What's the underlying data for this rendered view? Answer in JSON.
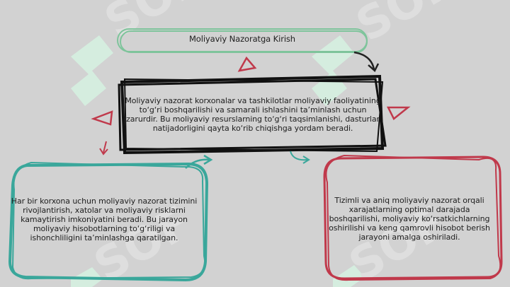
{
  "diagram": {
    "title_box": {
      "text": "Moliyaviy Nazoratga Kirish"
    },
    "main_box": {
      "text": "Moliyaviy nazorat korxonalar va tashkilotlar moliyaviy faoliyatining to‘g‘ri boshqarilishi va samarali ishlashini ta’minlash uchun zarurdir. Bu moliyaviy resurslarning to‘g‘ri taqsimlanishi, dasturlar natijadorligini qayta ko‘rib chiqishga yordam beradi."
    },
    "left_box": {
      "text": "Har bir korxona uchun moliyaviy nazorat tizimini rivojlantirish, xatolar va moliyaviy risklarni kamaytirish imkoniyatini beradi. Bu jarayon moliyaviy hisobotlarning to‘g‘riligi va ishonchliligini ta’minlashga qaratilgan."
    },
    "right_box": {
      "text": "Tizimli va aniq moliyaviy nazorat orqali xarajatlarning optimal darajada boshqarilishi, moliyaviy ko‘rsatkichlarning oshirilishi va keng qamrovli hisobot berish jarayoni amalga oshiriladi."
    }
  },
  "colors": {
    "background": "#d2d2d2",
    "title_border": "#7ec49b",
    "main_border": "#111111",
    "left_border": "#3aa79b",
    "right_border": "#c0394b",
    "arrow_dark": "#222222",
    "arrow_teal": "#3aa79b",
    "triangle_red": "#c0394b",
    "watermark": "#d6f2e2"
  },
  "watermark": {
    "text": "SOF"
  }
}
